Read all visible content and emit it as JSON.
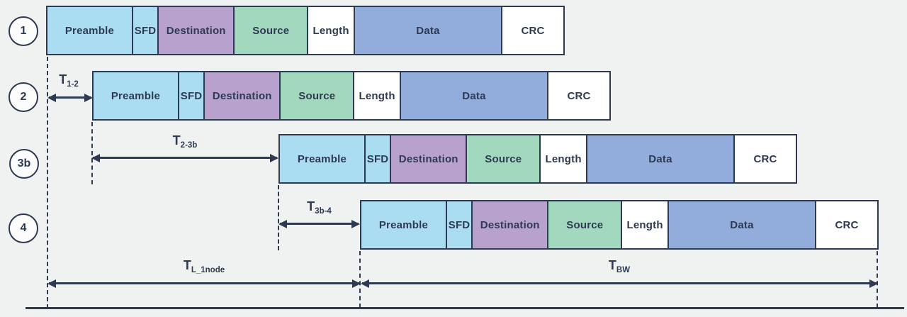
{
  "colors": {
    "ink": "#2e3a52",
    "background": "#f0f1f1",
    "preamble": "#aaddf2",
    "sfd": "#aaddf2",
    "destination": "#b8a2cd",
    "source": "#a2d8bd",
    "length": "#ffffff",
    "data": "#92acdc",
    "crc": "#ffffff"
  },
  "nodes": [
    {
      "label": "1"
    },
    {
      "label": "2"
    },
    {
      "label": "3b"
    },
    {
      "label": "4"
    }
  ],
  "segments": {
    "preamble": "Preamble",
    "sfd": "SFD",
    "destination": "Destination",
    "source": "Source",
    "length": "Length",
    "data": "Data",
    "crc": "CRC"
  },
  "timings": {
    "t1_2": {
      "base": "T",
      "sub": "1-2"
    },
    "t2_3b": {
      "base": "T",
      "sub": "2-3b"
    },
    "t3b_4": {
      "base": "T",
      "sub": "3b-4"
    },
    "tl_1node": {
      "base": "T",
      "sub": "L_1node"
    },
    "tbw": {
      "base": "T",
      "sub": "BW"
    }
  }
}
